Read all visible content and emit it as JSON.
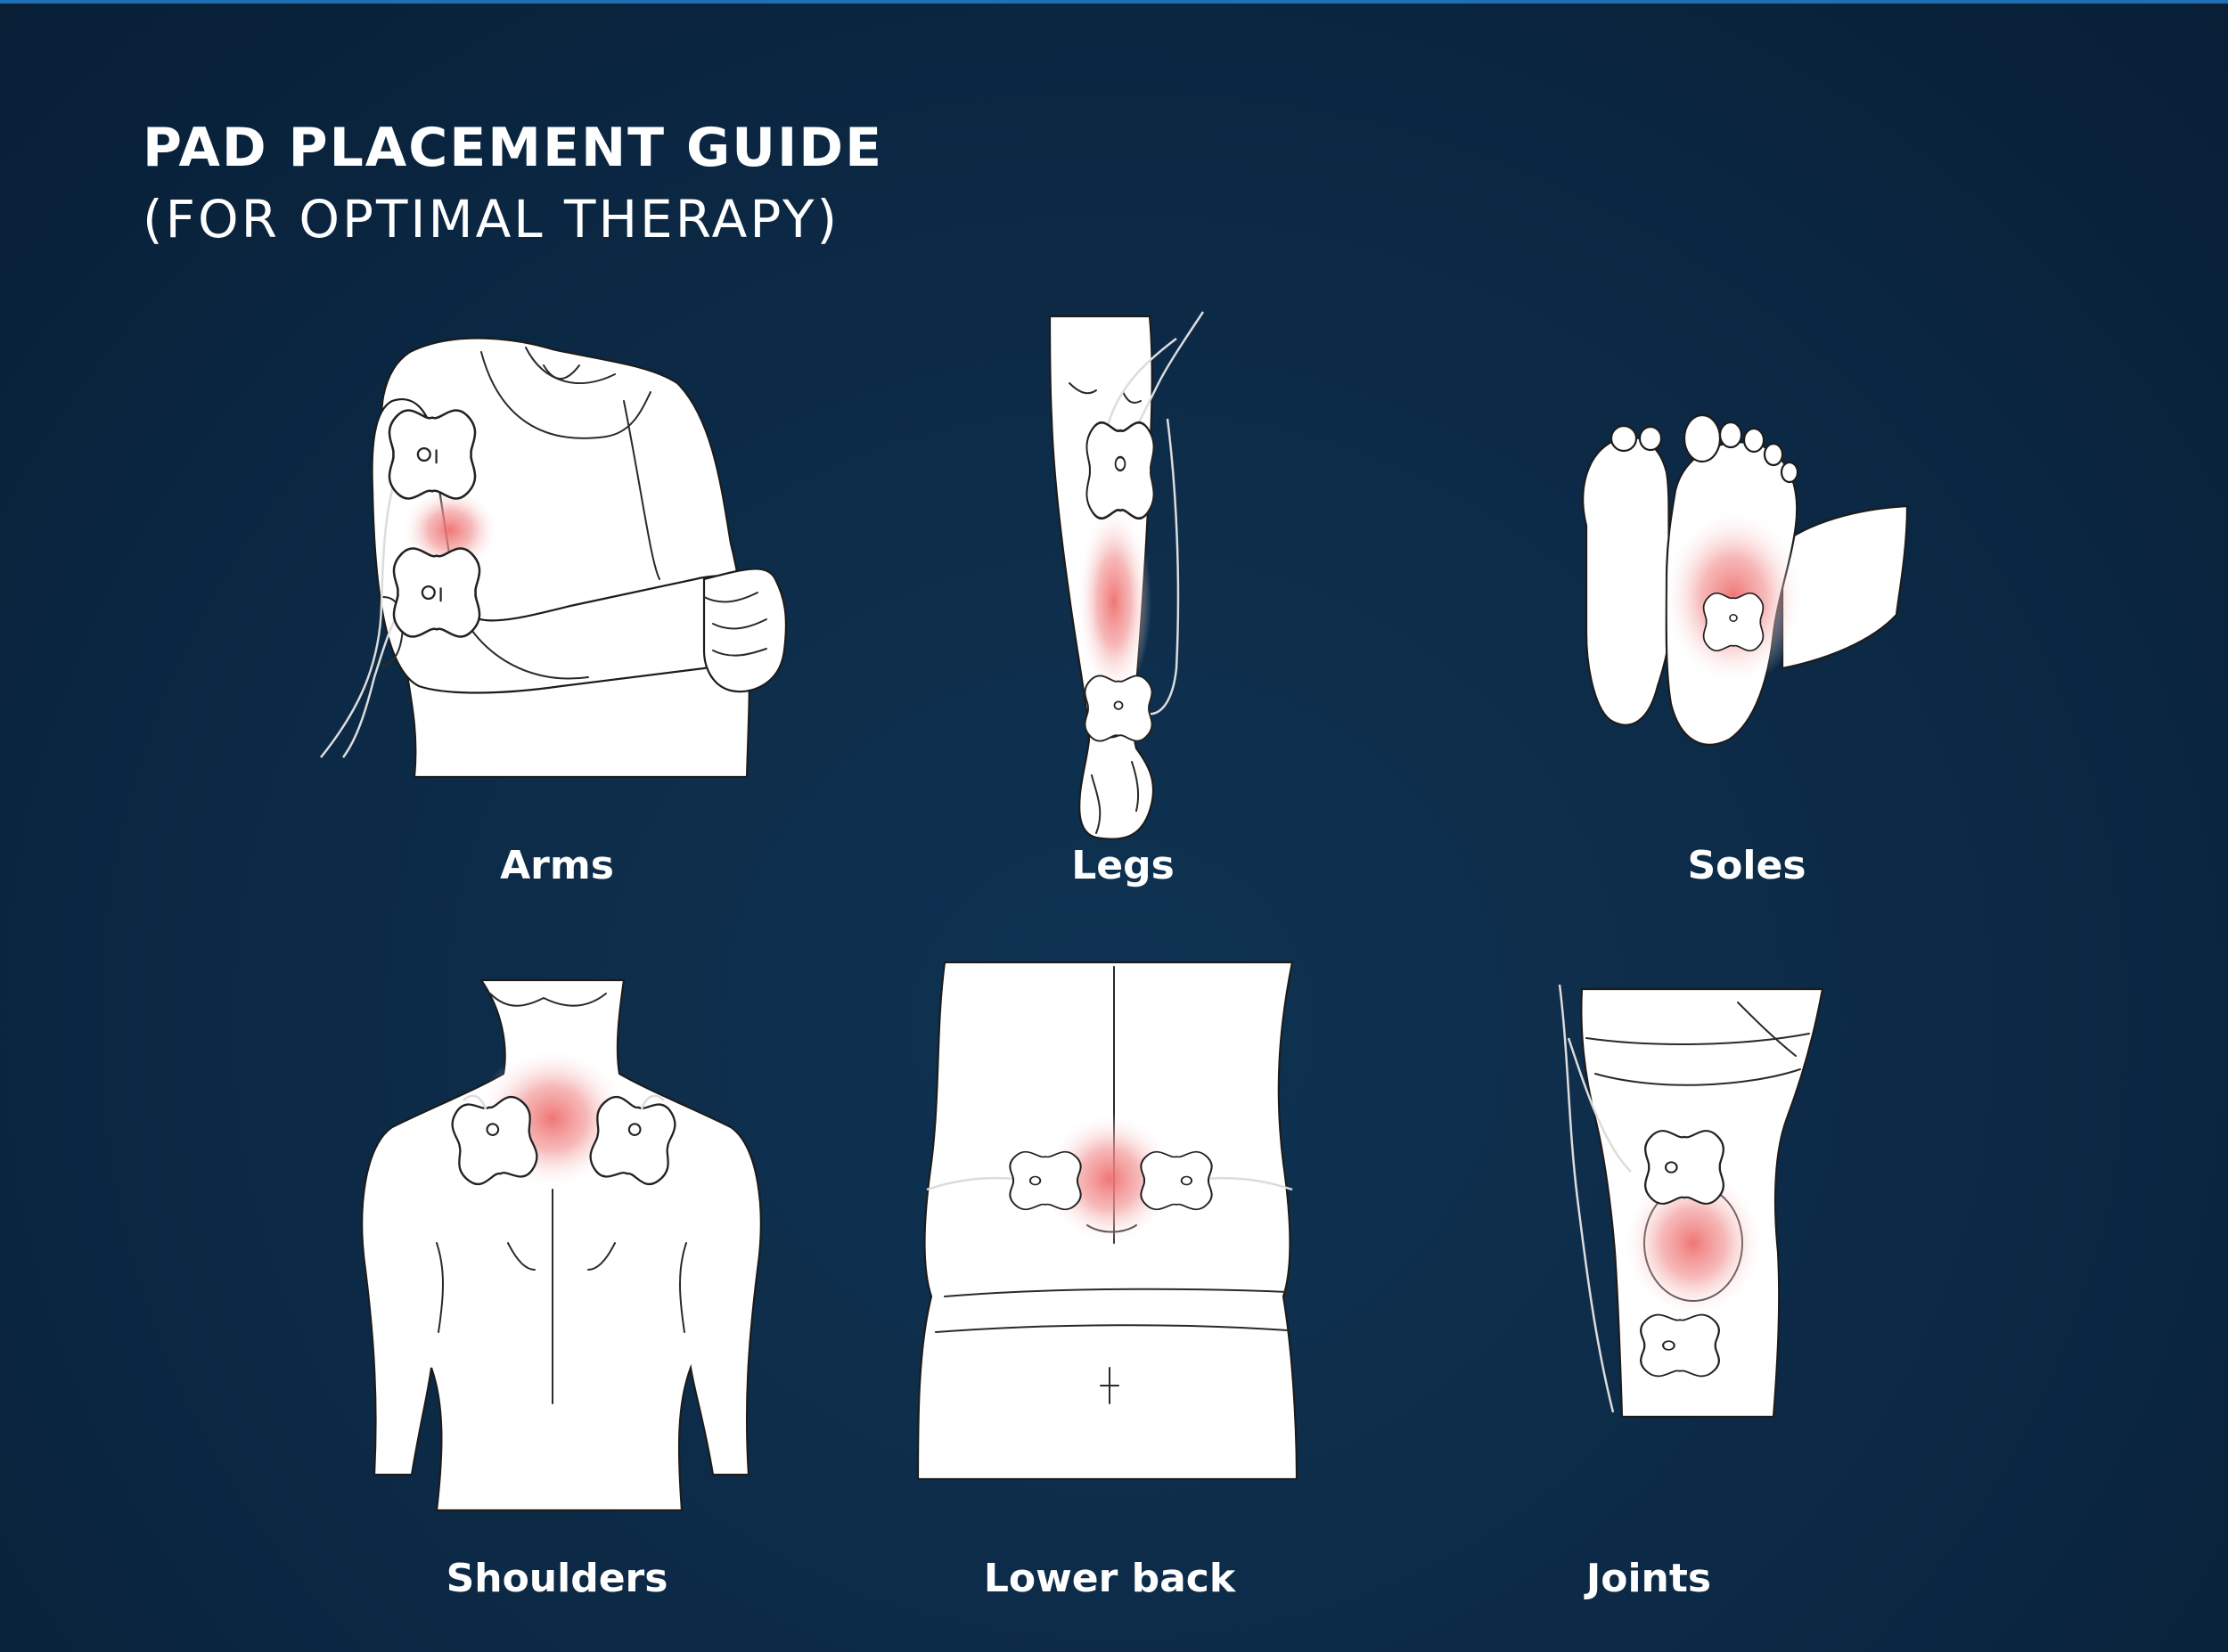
{
  "header": {
    "title": "PAD PLACEMENT GUIDE",
    "subtitle": "(FOR OPTIMAL THERAPY)"
  },
  "placements": [
    {
      "label": "Arms"
    },
    {
      "label": "Legs"
    },
    {
      "label": "Soles"
    },
    {
      "label": "Shoulders"
    },
    {
      "label": "Lower back"
    },
    {
      "label": "Joints"
    }
  ],
  "colors": {
    "background": "#0b2744",
    "illustration": "#ffffff",
    "pain_glow": "#f08a8a",
    "text": "#ffffff"
  }
}
